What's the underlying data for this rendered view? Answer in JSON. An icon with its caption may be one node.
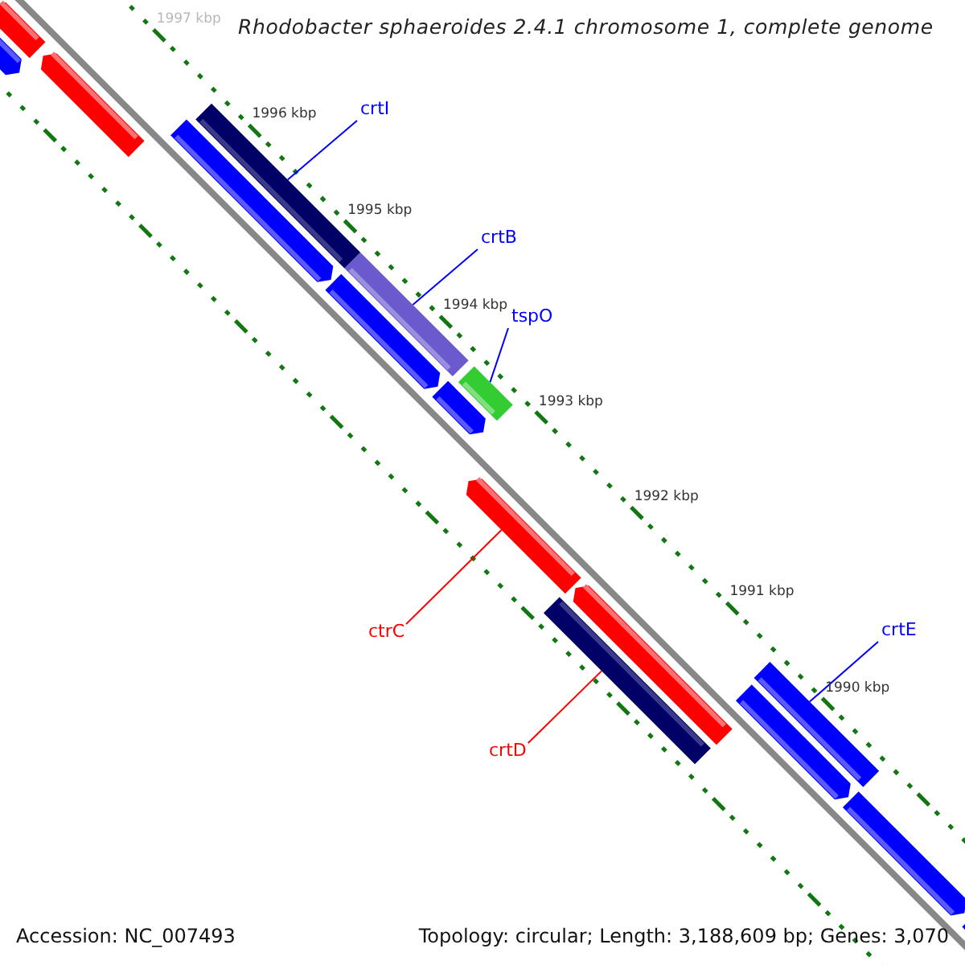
{
  "diagram": {
    "title": "Rhodobacter sphaeroides 2.4.1 chromosome 1, complete genome",
    "nodes": [
      {
        "text": [],
        "shape": "bar"
      },
      {
        "text": [],
        "shape": "bar"
      },
      {
        "text": [],
        "shape": "bar"
      },
      {
        "text": [
          "crtI"
        ]
      },
      {
        "text": [],
        "shape": "bar"
      },
      {
        "text": [],
        "shape": "bar"
      },
      {
        "text": [
          "crtB"
        ]
      },
      {
        "text": [],
        "shape": "bar"
      },
      {
        "text": [],
        "shape": "bar"
      },
      {
        "text": [
          "tspO"
        ]
      },
      {
        "text": [],
        "shape": "bar"
      },
      {
        "text": [],
        "shape": "bar"
      },
      {
        "text": [
          "ctrC"
        ]
      },
      {
        "text": [],
        "shape": "bar"
      },
      {
        "text": [],
        "shape": "bar"
      },
      {
        "text": [
          "crtD"
        ]
      },
      {
        "text": [],
        "shape": "bar"
      },
      {
        "text": [
          "crtE"
        ]
      },
      {
        "text": [],
        "shape": "bar"
      },
      {
        "text": [],
        "shape": "bar"
      },
      {
        "text": [],
        "shape": "bar"
      },
      {
        "text": [],
        "shape": "bar"
      }
    ],
    "edges": [
      {
        "from": 3,
        "to": 4,
        "arrow": "none"
      },
      {
        "from": 6,
        "to": 7,
        "arrow": "none"
      },
      {
        "from": 9,
        "to": 10,
        "arrow": "none"
      },
      {
        "from": 12,
        "to": 13,
        "arrow": "none",
        "color": "#ff0000"
      },
      {
        "from": 17,
        "to": 18,
        "arrow": "none"
      },
      {
        "from": 15,
        "to": 16,
        "arrow": "none",
        "color": "#ff0000"
      }
    ],
    "labels": [
      "1997 kbp",
      "1996 kbp",
      "1995 kbp",
      "1994 kbp",
      "1993 kbp",
      "1992 kbp",
      "1991 kbp",
      "1990 kbp",
      "Accession: NC_007493",
      "Topology: circular; Length: 3,188,609 bp; Genes: 3,070"
    ]
  }
}
